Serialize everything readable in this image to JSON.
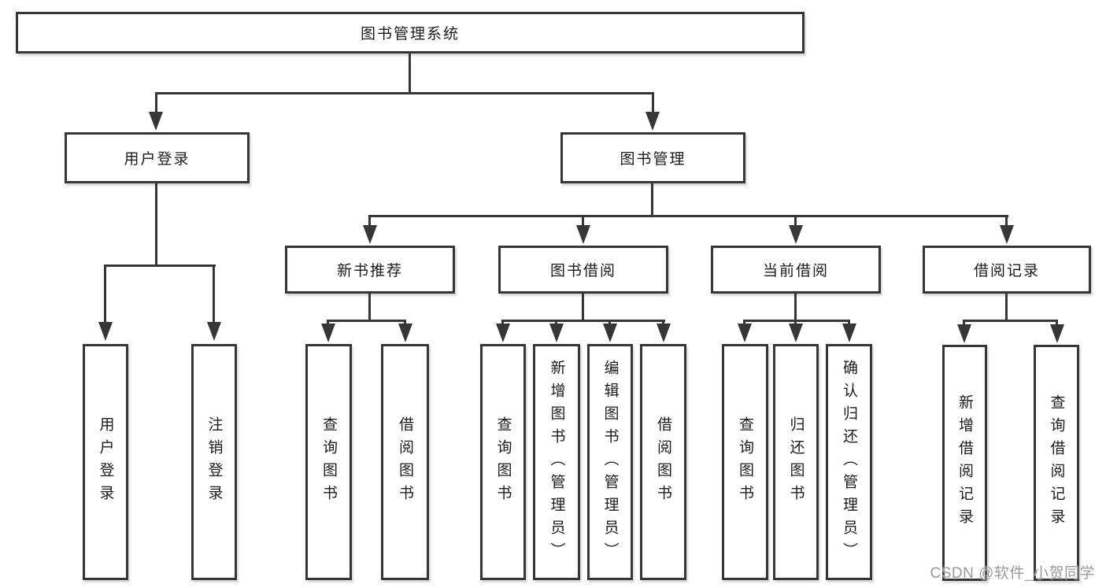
{
  "colors": {
    "line": "#363636",
    "box_border": "#363636",
    "text": "#1c1c1c",
    "background": "#ffffff",
    "watermark": "#9a9a9a"
  },
  "tree": {
    "root": {
      "label": "图书管理系统"
    },
    "branches": [
      {
        "label": "用户登录",
        "children": [
          {
            "label": "用户登录"
          },
          {
            "label": "注销登录"
          }
        ]
      },
      {
        "label": "图书管理",
        "groups": [
          {
            "label": "新书推荐",
            "children": [
              {
                "label": "查询图书"
              },
              {
                "label": "借阅图书"
              }
            ]
          },
          {
            "label": "图书借阅",
            "children": [
              {
                "label": "查询图书"
              },
              {
                "label": "新增图书（管理员）"
              },
              {
                "label": "编辑图书（管理员）"
              },
              {
                "label": "借阅图书"
              }
            ]
          },
          {
            "label": "当前借阅",
            "children": [
              {
                "label": "查询图书"
              },
              {
                "label": "归还图书"
              },
              {
                "label": "确认归还（管理员）"
              }
            ]
          },
          {
            "label": "借阅记录",
            "children": [
              {
                "label": "新增借阅记录"
              },
              {
                "label": "查询借阅记录"
              }
            ]
          }
        ]
      }
    ]
  },
  "watermark": {
    "text": "CSDN @软件_小贺同学"
  }
}
